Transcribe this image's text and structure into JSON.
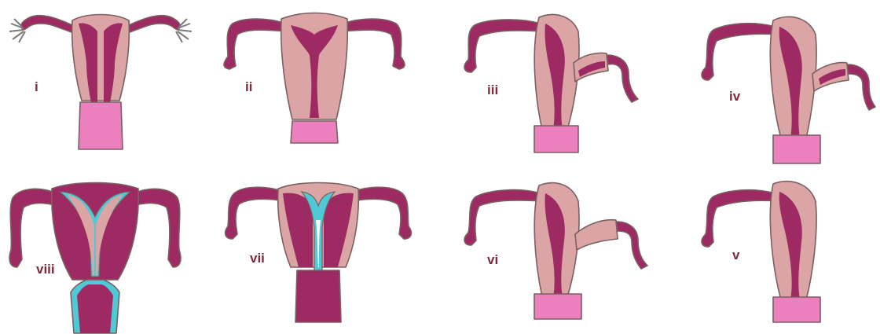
{
  "labels": {
    "i": "i",
    "ii": "ii",
    "iii": "iii",
    "iv": "iv",
    "v": "v",
    "vi": "vi",
    "vii": "vii",
    "viii": "viii"
  },
  "colors": {
    "body": "#dba5a6",
    "cavity": "#9e2a63",
    "vagina": "#ec7fbd",
    "mucosa": "#4fc9d6",
    "fimbria_gray": "#7b7b7b",
    "label": "#7f2a3b"
  },
  "diagrams": [
    {
      "id": "i",
      "kind": "symmetric-septate",
      "wall": "pink"
    },
    {
      "id": "ii",
      "kind": "symmetric-thin-cavity",
      "wall": "pink"
    },
    {
      "id": "iii",
      "kind": "unicornuate-with-communicating-horn"
    },
    {
      "id": "iv",
      "kind": "unicornuate-with-noncommunicating-horn"
    },
    {
      "id": "v",
      "kind": "unicornuate-no-horn"
    },
    {
      "id": "vi",
      "kind": "unicornuate-with-horn-no-cavity"
    },
    {
      "id": "vii",
      "kind": "symmetric-with-mucosa-lining",
      "wall": "dark"
    },
    {
      "id": "viii",
      "kind": "bicornuate-with-mucosa-lining"
    }
  ]
}
